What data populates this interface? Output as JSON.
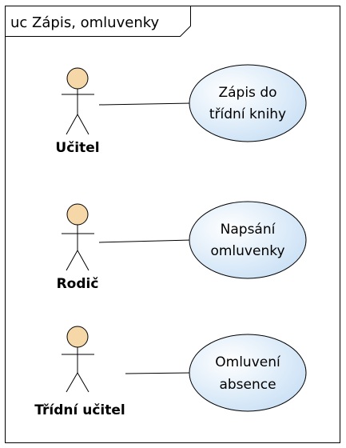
{
  "diagram": {
    "type": "uml-use-case",
    "frame_title": "uc Zápis, omluvenky",
    "actors": [
      {
        "id": "ucitel",
        "label": "Učitel"
      },
      {
        "id": "rodic",
        "label": "Rodič"
      },
      {
        "id": "tridni-ucitel",
        "label": "Třídní učitel"
      }
    ],
    "use_cases": [
      {
        "id": "zapis",
        "lines": [
          "Zápis do",
          "třídní knihy"
        ]
      },
      {
        "id": "omluvenka",
        "lines": [
          "Napsání",
          "omluvenky"
        ]
      },
      {
        "id": "absence",
        "lines": [
          "Omluvení",
          "absence"
        ]
      }
    ],
    "associations": [
      {
        "from": "ucitel",
        "to": "zapis"
      },
      {
        "from": "rodic",
        "to": "omluvenka"
      },
      {
        "from": "tridni-ucitel",
        "to": "absence"
      }
    ],
    "colors": {
      "actor_head": "#f5d7a8",
      "usecase_fill_center": "#ffffff",
      "usecase_fill_edge": "#c9e0f5",
      "stroke": "#000000"
    }
  }
}
